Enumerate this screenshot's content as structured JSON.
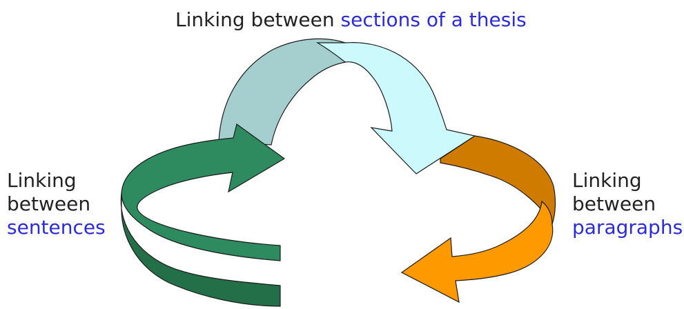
{
  "labels": {
    "top": {
      "prefix": "Linking between",
      "accent": "sections of a thesis"
    },
    "left": {
      "line1": "Linking",
      "line2": "between",
      "accent": "sentences"
    },
    "right": {
      "line1": "Linking",
      "line2": "between",
      "accent": "paragraphs"
    }
  },
  "colors": {
    "accent_text": "#2b2bd9",
    "text": "#222222",
    "arrow_sentences_front": "#2e8a5f",
    "arrow_sentences_side": "#237048",
    "arrow_thesis_left": "#a5cfcf",
    "arrow_thesis_right": "#ccfafc",
    "arrow_paragraphs_top": "#cf7b00",
    "arrow_paragraphs_front": "#ff9900",
    "outline": "#1a1a1a"
  }
}
